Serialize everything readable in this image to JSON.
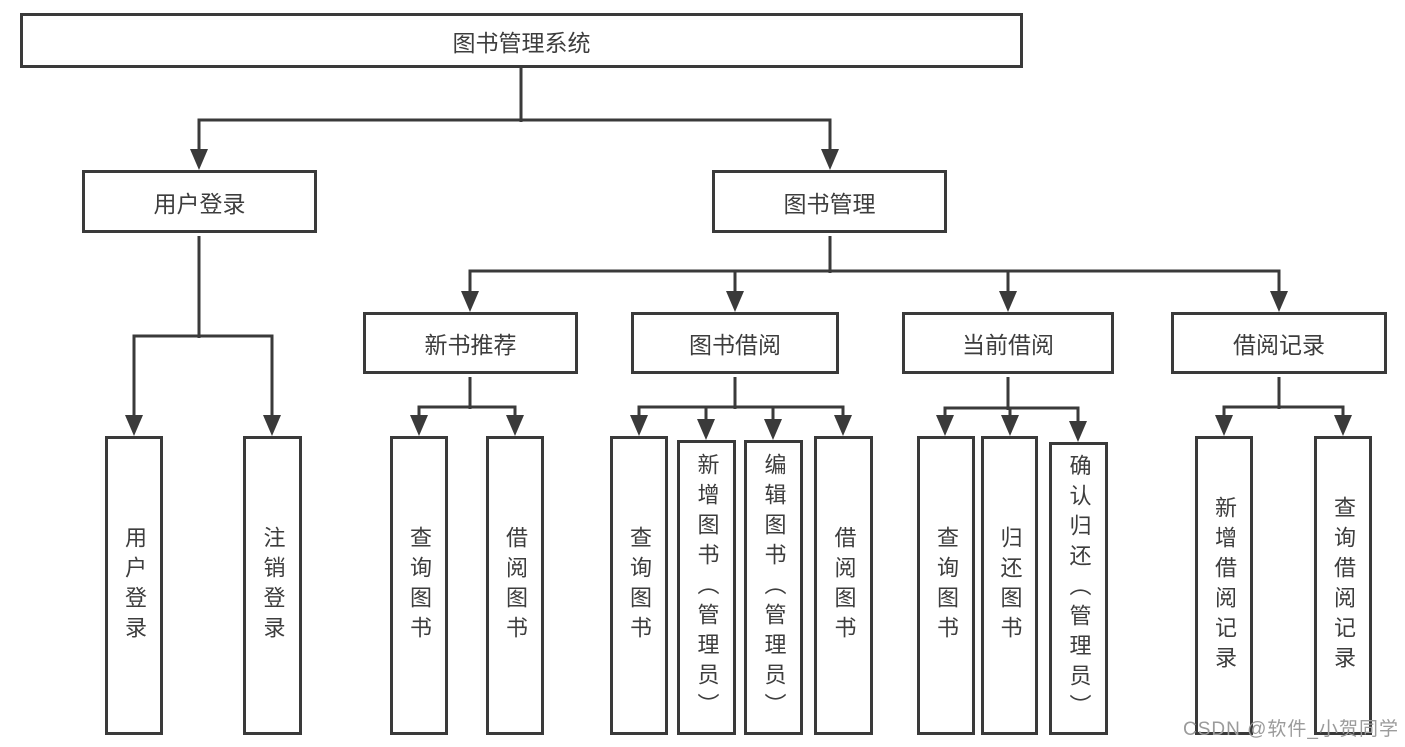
{
  "diagram": {
    "colors": {
      "line": "#3a3a3a",
      "border": "#3a3a3a",
      "text": "#3d3d3d",
      "watermark_text_color": "#9b9b9b",
      "background": "#ffffff"
    },
    "nodes": {
      "root": "图书管理系统",
      "user_login": "用户登录",
      "book_management": "图书管理",
      "new_book_recommend": "新书推荐",
      "book_borrow": "图书借阅",
      "current_borrow": "当前借阅",
      "borrow_records": "借阅记录",
      "leaf_user_login": "用户登录",
      "leaf_logout": "注销登录",
      "leaf_query_book_1": "查询图书",
      "leaf_borrow_book_1": "借阅图书",
      "leaf_query_book_2": "查询图书",
      "leaf_add_book": "新增图书（管理员）",
      "leaf_edit_book": "编辑图书（管理员）",
      "leaf_borrow_book_2": "借阅图书",
      "leaf_query_book_3": "查询图书",
      "leaf_return_book": "归还图书",
      "leaf_confirm_return": "确认归还（管理员）",
      "leaf_add_borrow_record": "新增借阅记录",
      "leaf_query_borrow_record": "查询借阅记录"
    },
    "watermark": "CSDN @软件_小贺同学"
  }
}
